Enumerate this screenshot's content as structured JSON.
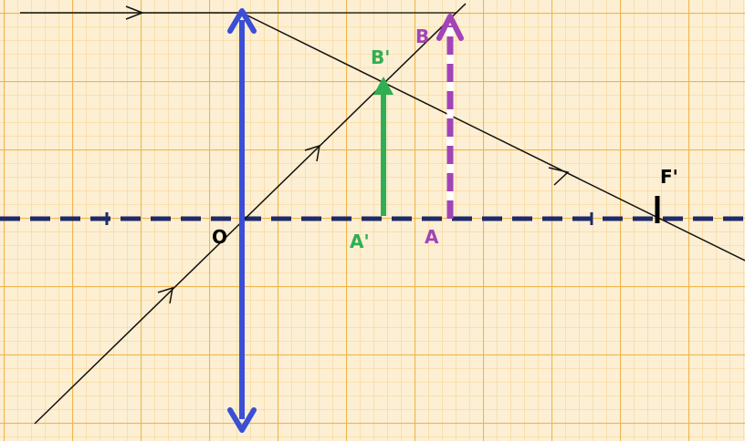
{
  "labels": {
    "center": "O",
    "focal": "F'",
    "object_base": "A",
    "object_tip": "B",
    "image_base": "A'",
    "image_tip": "B'"
  },
  "colors": {
    "paper": "#fcefd3",
    "grid_minor": "#f8c773",
    "grid_major": "#f0b54d",
    "axis": "#1e2a6a",
    "lens": "#3a4ed6",
    "object": "#a244b6",
    "image": "#2fae52",
    "rays": "#111111",
    "focal_mark": "#000000"
  },
  "elements": {
    "lens_type": "converging",
    "object_style": "dashed",
    "image_style": "solid"
  }
}
